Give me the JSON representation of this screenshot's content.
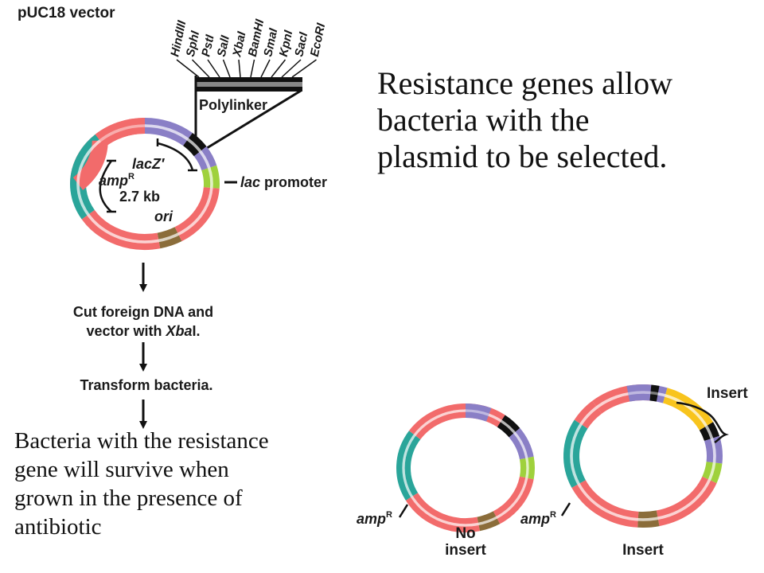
{
  "diagram": {
    "title": "pUC18 vector",
    "restriction_sites": [
      "HindIII",
      "SphI",
      "PstI",
      "SalI",
      "XbaI",
      "BamHI",
      "SmaI",
      "KpnI",
      "SacI",
      "EcoRI"
    ],
    "polylinker_label": "Polylinker",
    "plasmid_labels": {
      "lacz_main": "lacZ",
      "lacz_prime": "′",
      "amp_main": "amp",
      "amp_sup": "R",
      "size": "2.7 kb",
      "ori": "ori",
      "promoter_italic": "lac",
      "promoter_rest": " promoter"
    },
    "steps": [
      {
        "lines": [
          "Cut foreign DNA and",
          "vector with "
        ],
        "italic": "Xba",
        "tail": "I."
      },
      {
        "lines": [
          "Transform bacteria."
        ]
      }
    ],
    "results": {
      "no_insert": {
        "amp_main": "amp",
        "amp_sup": "R",
        "line1": "No",
        "line2": "insert"
      },
      "insert": {
        "amp_main": "amp",
        "amp_sup": "R",
        "label": "Insert",
        "bracket_label": "Insert"
      }
    },
    "colors": {
      "salmon": "#f26b6b",
      "teal": "#2aa59a",
      "purple": "#8a7fc6",
      "green": "#9fd13c",
      "brown": "#8b6d3a",
      "black": "#111111",
      "yellow": "#f8c41d"
    }
  },
  "notes": {
    "top": [
      "Resistance genes allow",
      "bacteria with the",
      "plasmid to be selected."
    ],
    "bottom": [
      "Bacteria with the resistance",
      "gene will survive when",
      "grown in the presence of",
      "antibiotic"
    ]
  }
}
